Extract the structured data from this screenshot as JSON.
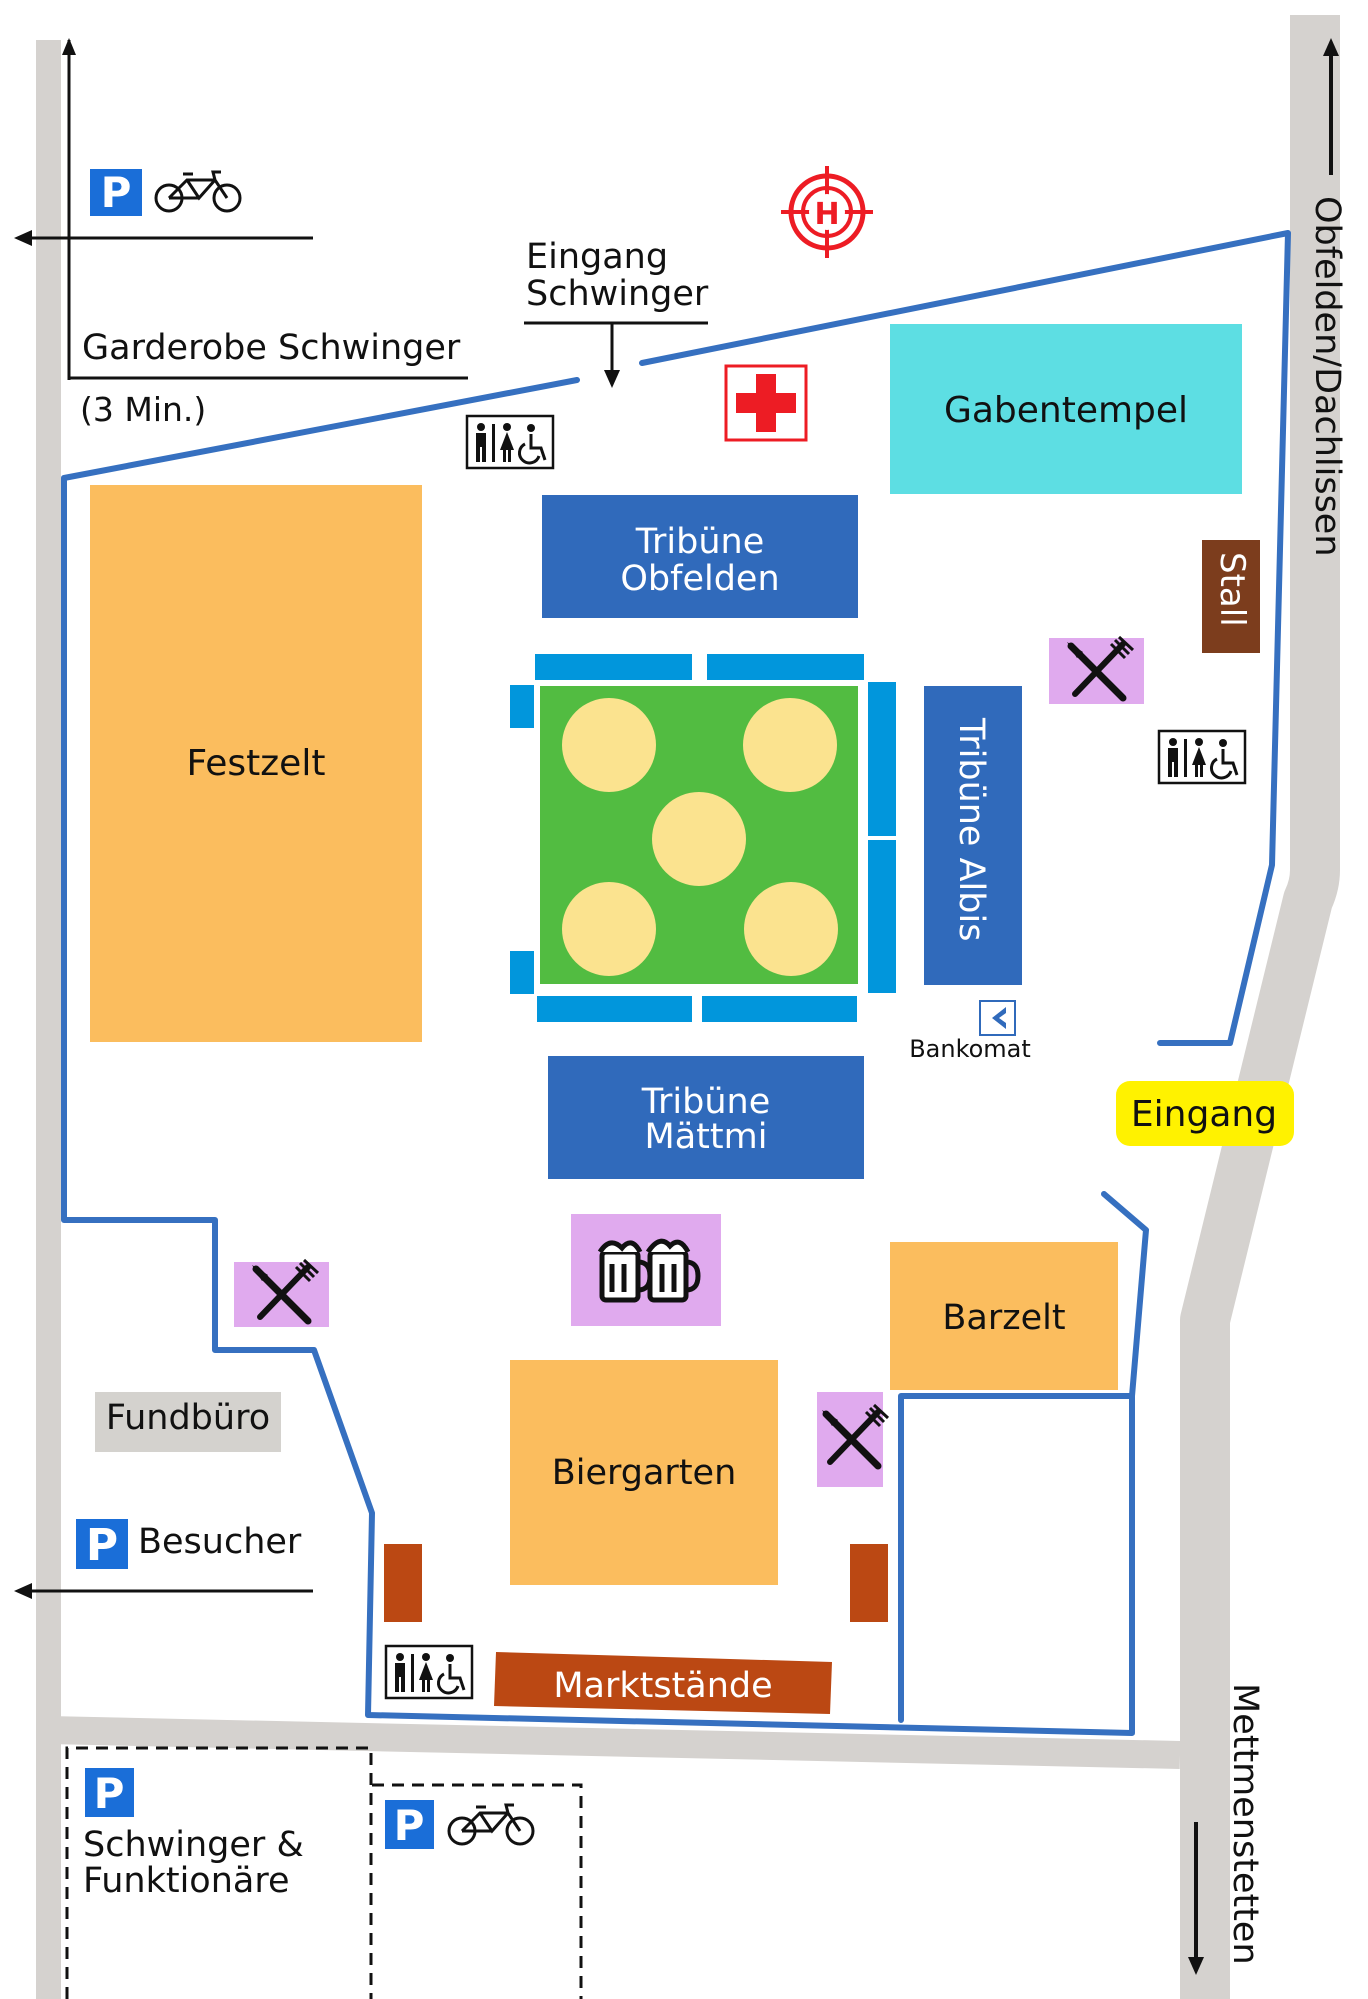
{
  "labels": {
    "garderobe": "Garderobe Schwinger",
    "garderobe_time": "(3 Min.)",
    "eingang_schwinger_1": "Eingang",
    "eingang_schwinger_2": "Schwinger",
    "gabentempel": "Gabentempel",
    "stall": "Stall",
    "road_north": "Obfelden/Dachlissen",
    "road_south": "Mettmenstetten",
    "festzelt": "Festzelt",
    "tribuene_obfelden_1": "Tribüne",
    "tribuene_obfelden_2": "Obfelden",
    "tribuene_albis": "Tribüne Albis",
    "tribuene_maettmi_1": "Tribüne",
    "tribuene_maettmi_2": "Mättmi",
    "bankomat": "Bankomat",
    "eingang": "Eingang",
    "barzelt": "Barzelt",
    "fundbuero": "Fundbüro",
    "besucher": "Besucher",
    "biergarten": "Biergarten",
    "marktstaende": "Marktstände",
    "parking_schwinger_1": "Schwinger &",
    "parking_schwinger_2": "Funktionäre",
    "parking_letter": "P"
  },
  "icons": [
    "parking-icon",
    "bicycle-icon",
    "helipad-icon",
    "first-aid-icon",
    "restroom-icon",
    "restaurant-icon",
    "beer-icon",
    "bank-icon"
  ],
  "colors": {
    "road": "#d5d2cf",
    "fence": "#3670c0",
    "festzelt": "#fbbd5e",
    "tribune": "#306abb",
    "bench": "#0196dc",
    "field": "#52bc41",
    "ring": "#fbe38f",
    "gabentempel": "#5ddee3",
    "stall": "#7c3d1d",
    "food": "#e0aaee",
    "eingang": "#fff200",
    "markt": "#bb4813",
    "fundbuero": "#d4d2ce",
    "parking": "#1a6ed8",
    "red": "#ed1c24"
  }
}
